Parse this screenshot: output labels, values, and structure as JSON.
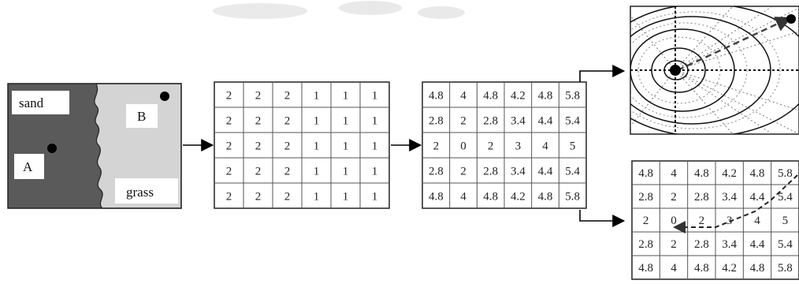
{
  "map": {
    "label_sand": "sand",
    "label_grass": "grass",
    "label_a": "A",
    "label_b": "B",
    "colors": {
      "sand": "#5a5a5a",
      "grass": "#d4d4d4",
      "label_bg": "#ffffff"
    }
  },
  "cost_grid": {
    "rows": [
      [
        "2",
        "2",
        "2",
        "1",
        "1",
        "1"
      ],
      [
        "2",
        "2",
        "2",
        "1",
        "1",
        "1"
      ],
      [
        "2",
        "2",
        "2",
        "1",
        "1",
        "1"
      ],
      [
        "2",
        "2",
        "2",
        "1",
        "1",
        "1"
      ],
      [
        "2",
        "2",
        "2",
        "1",
        "1",
        "1"
      ]
    ]
  },
  "accumulated_grid": {
    "rows": [
      [
        "4.8",
        "4",
        "4.8",
        "4.2",
        "4.8",
        "5.8"
      ],
      [
        "2.8",
        "2",
        "2.8",
        "3.4",
        "4.4",
        "5.4"
      ],
      [
        "2",
        "0",
        "2",
        "3",
        "4",
        "5"
      ],
      [
        "2.8",
        "2",
        "2.8",
        "3.4",
        "4.4",
        "5.4"
      ],
      [
        "4.8",
        "4",
        "4.8",
        "4.2",
        "4.8",
        "5.8"
      ]
    ]
  },
  "path_grid": {
    "rows": [
      [
        "4.8",
        "4",
        "4.8",
        "4.2",
        "4.8",
        "5.8"
      ],
      [
        "2.8",
        "2",
        "2.8",
        "3.4",
        "4.4",
        "5.4"
      ],
      [
        "2",
        "0",
        "2",
        "3",
        "4",
        "5"
      ],
      [
        "2.8",
        "2",
        "2.8",
        "3.4",
        "4.4",
        "5.4"
      ],
      [
        "4.8",
        "4",
        "4.8",
        "4.2",
        "4.8",
        "5.8"
      ]
    ]
  },
  "icons": {
    "arrows": "right-arrow-icon",
    "contour": "contour-surface-icon"
  }
}
